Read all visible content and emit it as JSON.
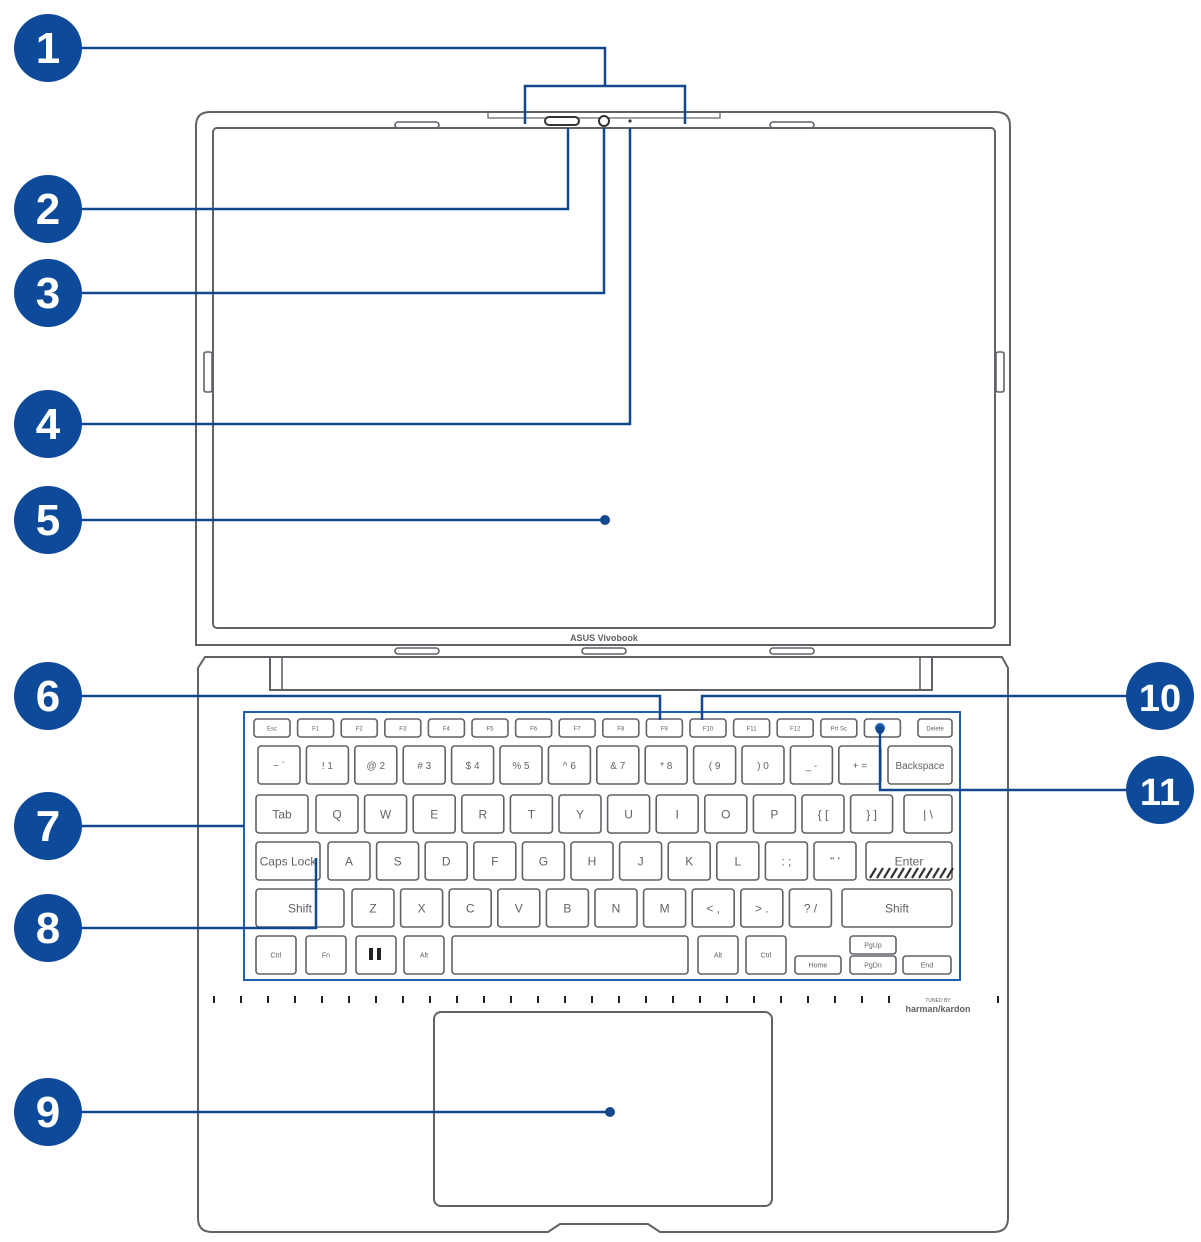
{
  "diagram": {
    "colors": {
      "outline": "#5f6368",
      "callout": "#0d4a9a",
      "callout_line": "#13488f",
      "callout_text": "#ffffff"
    },
    "lid": {
      "logo_text": "ASUS Vivobook"
    },
    "palmrest": {
      "speaker_brand": "harman/kardon",
      "speaker_caption": "TUNED BY"
    },
    "callouts": [
      {
        "number": "1"
      },
      {
        "number": "2"
      },
      {
        "number": "3"
      },
      {
        "number": "4"
      },
      {
        "number": "5"
      },
      {
        "number": "6"
      },
      {
        "number": "7"
      },
      {
        "number": "8"
      },
      {
        "number": "9"
      },
      {
        "number": "10"
      },
      {
        "number": "11"
      }
    ],
    "keyboard": {
      "function_row": [
        "Esc",
        "F1",
        "F2",
        "F3",
        "F4",
        "F5",
        "F6",
        "F7",
        "F8",
        "F9",
        "F10",
        "F11",
        "F12",
        "Prt Sc",
        "",
        "Delete"
      ],
      "number_row": [
        "~ `",
        "! 1",
        "@ 2",
        "# 3",
        "$ 4",
        "% 5",
        "^ 6",
        "& 7",
        "* 8",
        "( 9",
        ") 0",
        "_ -",
        "+ =",
        "Backspace"
      ],
      "qwerty_row": [
        "Tab",
        "Q",
        "W",
        "E",
        "R",
        "T",
        "Y",
        "U",
        "I",
        "O",
        "P",
        "{ [",
        "} ]",
        "| \\"
      ],
      "home_row": [
        "Caps Lock",
        "A",
        "S",
        "D",
        "F",
        "G",
        "H",
        "J",
        "K",
        "L",
        ": ;",
        "\" '",
        "Enter"
      ],
      "shift_row": [
        "Shift",
        "Z",
        "X",
        "C",
        "V",
        "B",
        "N",
        "M",
        "< ,",
        "> .",
        "? /",
        "Shift"
      ],
      "bottom_row": [
        "Ctrl",
        "Fn",
        "",
        "Alt",
        "",
        "Alt",
        "Ctrl",
        "Home",
        "PgUp",
        "PgDn",
        "End"
      ]
    }
  }
}
